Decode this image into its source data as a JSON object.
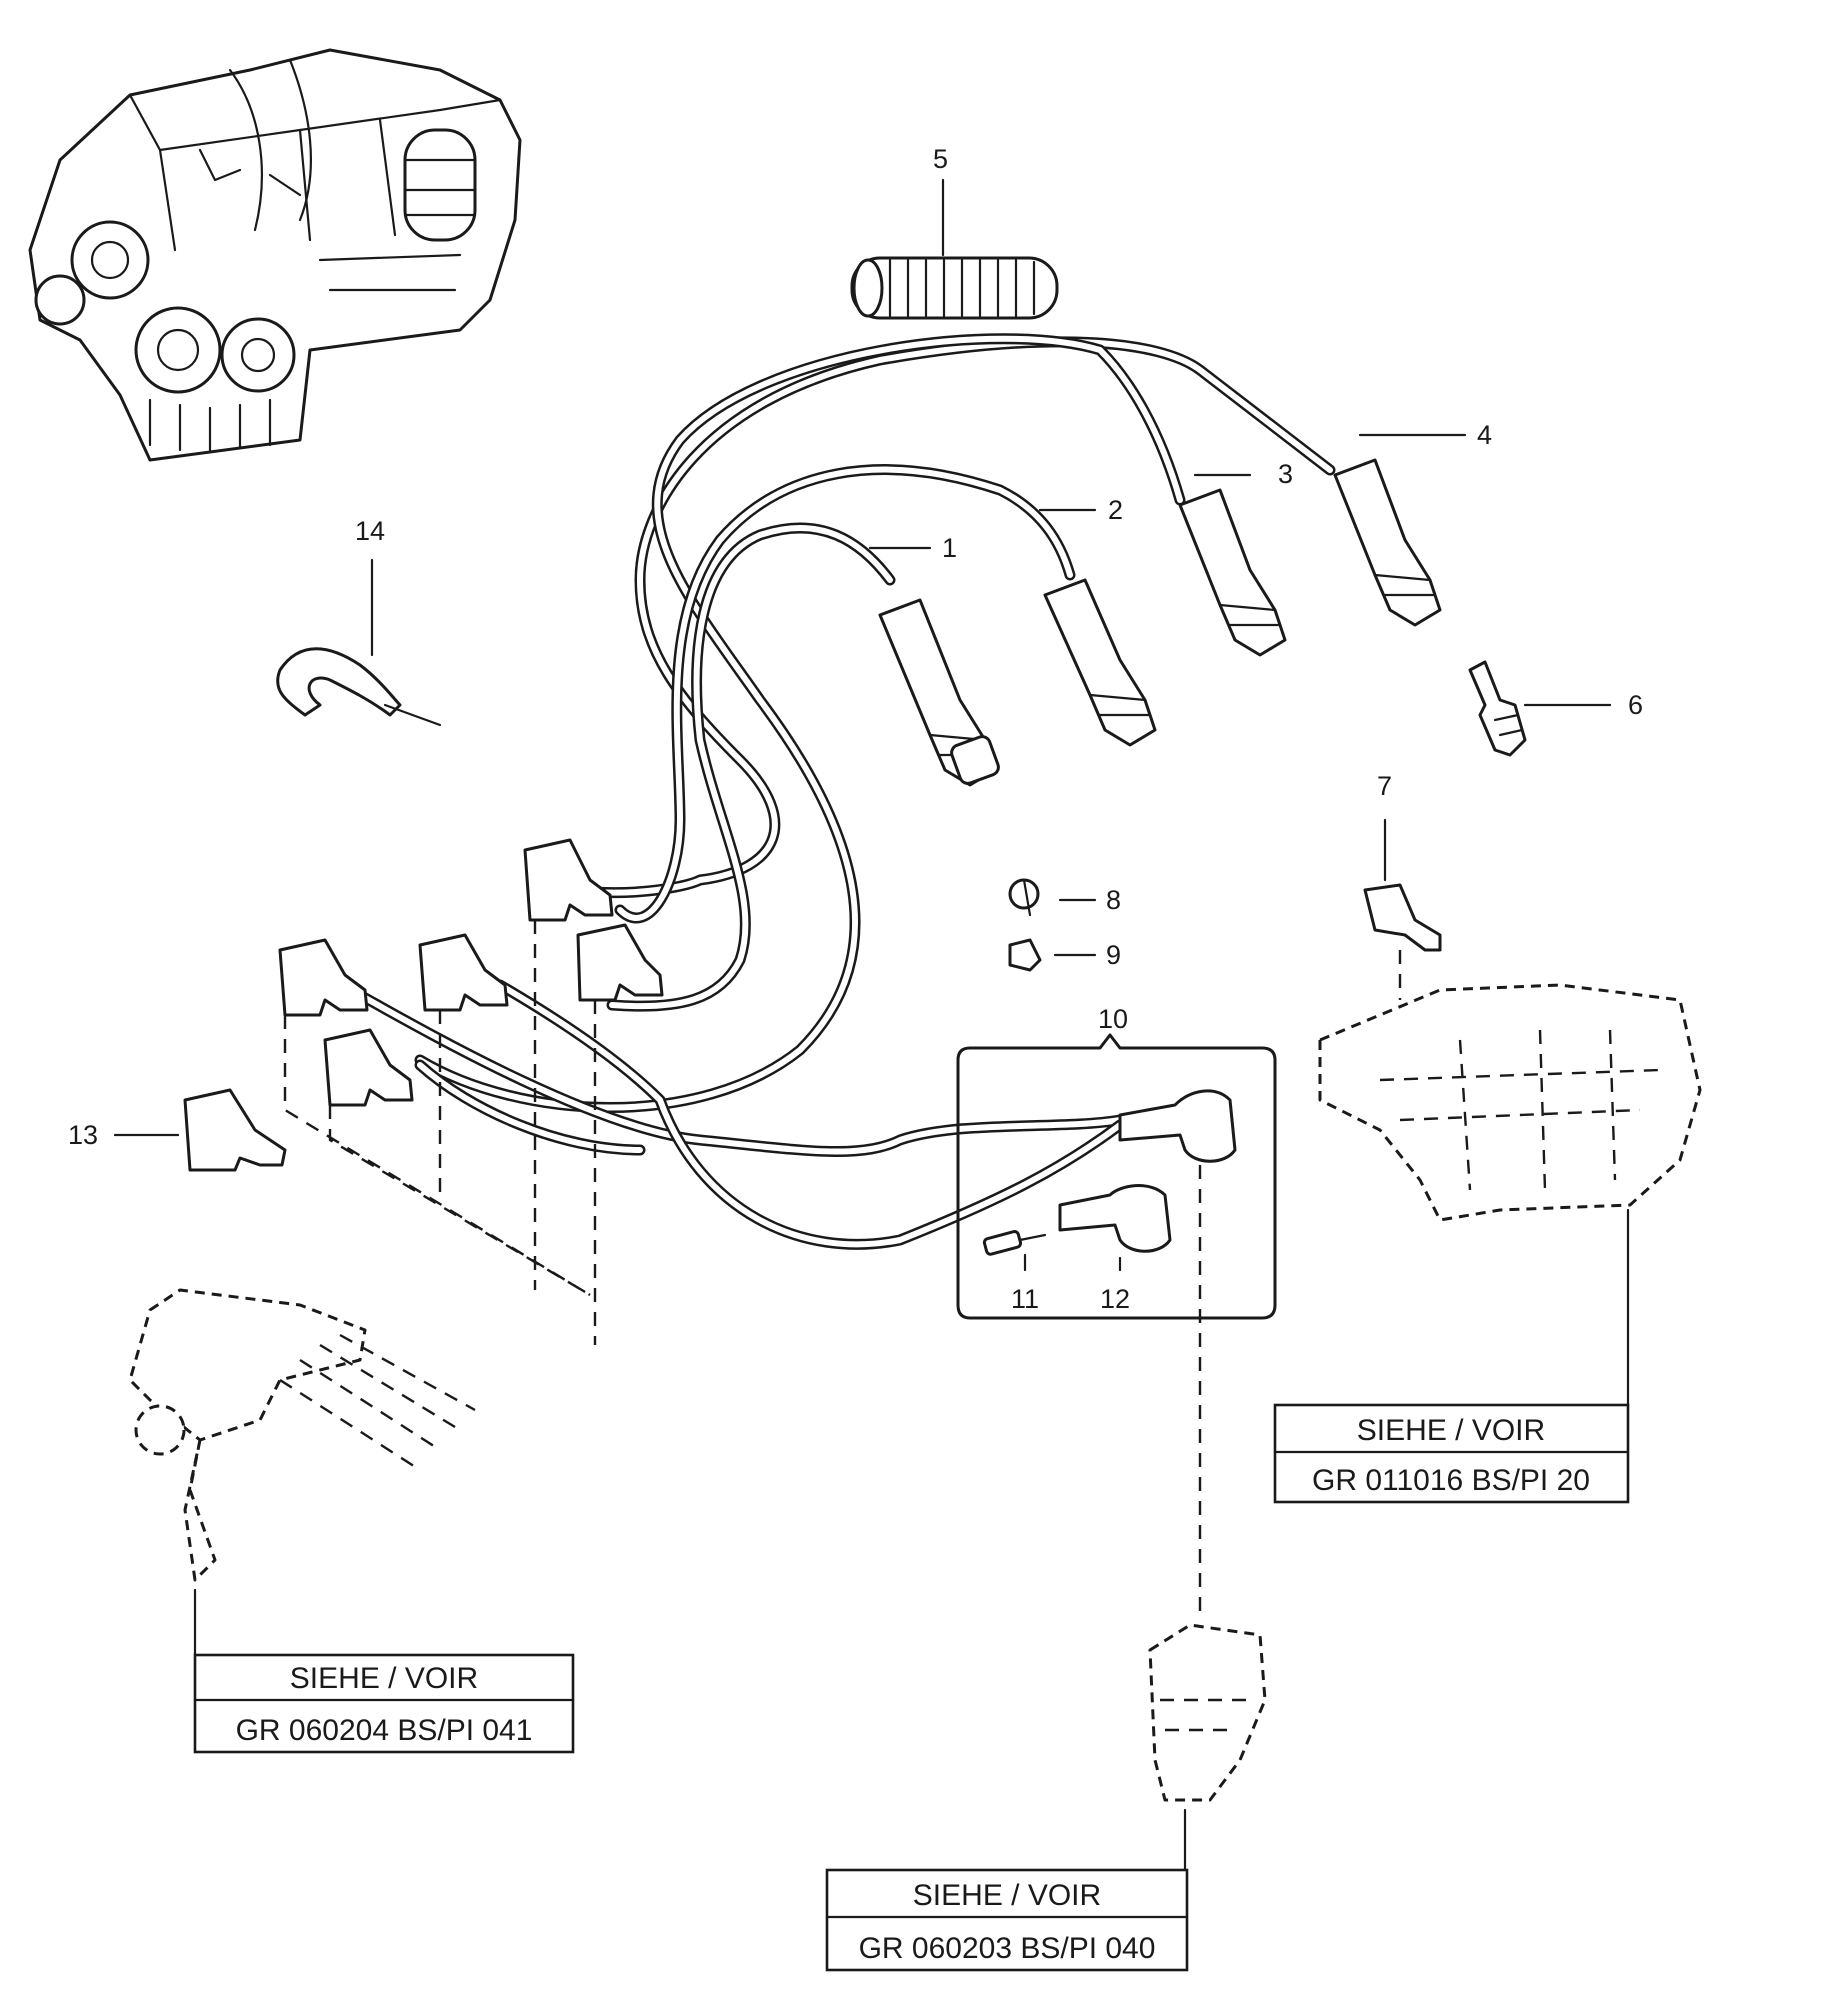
{
  "callouts": {
    "c1": "1",
    "c2": "2",
    "c3": "3",
    "c4": "4",
    "c5": "5",
    "c6": "6",
    "c7": "7",
    "c8": "8",
    "c9": "9",
    "c10": "10",
    "c11": "11",
    "c12": "12",
    "c13": "13",
    "c14": "14"
  },
  "references": [
    {
      "line1": "SIEHE / VOIR",
      "line2": "GR  060204  BS/PI  041"
    },
    {
      "line1": "SIEHE / VOIR",
      "line2": "GR  060203  BS/PI  040"
    },
    {
      "line1": "SIEHE / VOIR",
      "line2": "GR  011016  BS/PI  20"
    }
  ]
}
